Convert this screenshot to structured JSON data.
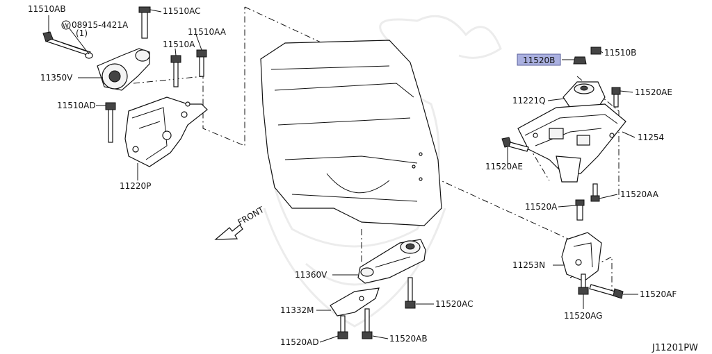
{
  "diagram_id": "J11201PW",
  "highlighted_part": "11520B",
  "front_label": "FRONT",
  "callouts": {
    "c11510AB": "11510AB",
    "c08915": "08915-4421A",
    "c08915_qty": "(1)",
    "c08915_prefix": "W",
    "c11510AC": "11510AC",
    "c11510AA_top": "11510AA",
    "c11510A_top": "11510A",
    "c11350V": "11350V",
    "c11510AD": "11510AD",
    "c11220P": "11220P",
    "c11520B": "11520B",
    "c11510B": "11510B",
    "c11221Q": "11221Q",
    "c11520AE_r": "11520AE",
    "c11254": "11254",
    "c11520AE_l": "11520AE",
    "c11520AA": "11520AA",
    "c11520A": "11520A",
    "c11253N": "11253N",
    "c11520AF": "11520AF",
    "c11520AG": "11520AG",
    "c11360V": "11360V",
    "c11332M": "11332M",
    "c11520AC_b": "11520AC",
    "c11520AD_b": "11520AD",
    "c11520AB_b": "11520AB"
  },
  "colors": {
    "highlight": "#aab0e0",
    "ink": "#111111",
    "watermark": "#ececec"
  }
}
